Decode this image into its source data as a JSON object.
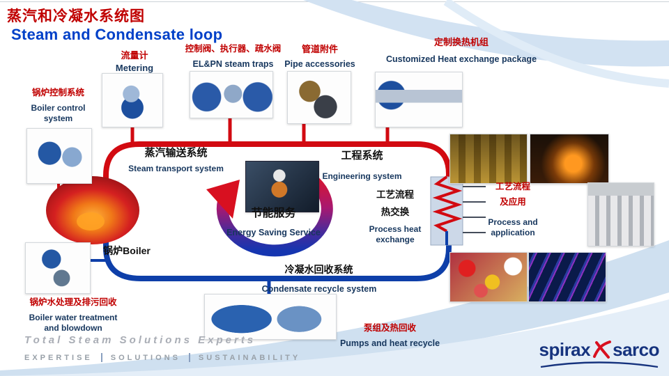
{
  "title": {
    "zh": "蒸汽和冷凝水系统图",
    "en": "Steam and Condensate loop"
  },
  "nodes": {
    "metering": {
      "zh": "流量计",
      "en": "Metering"
    },
    "valves": {
      "zh": "控制阀、执行器、疏水阀",
      "en": "EL&PN steam traps"
    },
    "pipe_accessories": {
      "zh": "管道附件",
      "en": "Pipe accessories"
    },
    "heat_exchange_package": {
      "zh": "定制换热机组",
      "en": "Customized Heat exchange package"
    },
    "boiler_control": {
      "zh": "锅炉控制系统",
      "en1": "Boiler control",
      "en2": "system"
    },
    "steam_transport": {
      "zh": "蒸汽输送系统",
      "en": "Steam transport system"
    },
    "engineering": {
      "zh": "工程系统",
      "en": "Engineering system"
    },
    "energy_saving": {
      "zh": "节能服务",
      "en": "Energy Saving Service"
    },
    "process_heat": {
      "zh1": "工艺流程",
      "zh2": "热交换",
      "en1": "Process heat",
      "en2": "exchange"
    },
    "process_application": {
      "zh1": "工艺流程",
      "zh2": "及应用",
      "en1": "Process and",
      "en2": "application"
    },
    "boiler": {
      "label": "锅炉Boiler"
    },
    "condensate_recycle": {
      "zh": "冷凝水回收系统",
      "en": "Condensate recycle system"
    },
    "boiler_water_treatment": {
      "zh": "锅炉水处理及排污回收",
      "en1": "Boiler water treatment",
      "en2": "and blowdown"
    },
    "pumps_heat_recycle": {
      "zh": "泵组及热回收",
      "en": "Pumps and heat recycle"
    }
  },
  "images": {
    "metering_photo": "flow-metering-equipment",
    "traps_photo": "control-valves-actuators-steam-traps",
    "pipe_photo": "pipeline-accessories",
    "chx_photo": "heat-exchange-package-unit",
    "boiler_control_photo": "boiler-control-equipment",
    "boiler_water_photo": "water-treatment-equipment",
    "pumps_photo": "pump-and-heat-recovery-units",
    "center_photo": "engineer-energy-service",
    "cans_photo": "canning-industry",
    "refinery_photo": "refinery-at-night",
    "building_photo": "classical-building",
    "pills_photo": "pharmaceutical-capsules",
    "fiber_photo": "fiber-optics"
  },
  "footer": {
    "watermark": "Total Steam Solutions Experts",
    "tagline1": "EXPERTISE",
    "tagline2": "SOLUTIONS",
    "tagline3": "SUSTAINABILITY",
    "logo1": "spirax",
    "logo2": "sarco"
  },
  "colors": {
    "steam_red": "#d20a11",
    "condensate_blue": "#0e3fa9",
    "label_red": "#c00000",
    "label_navy": "#17375e",
    "title_blue": "#0040c8"
  }
}
